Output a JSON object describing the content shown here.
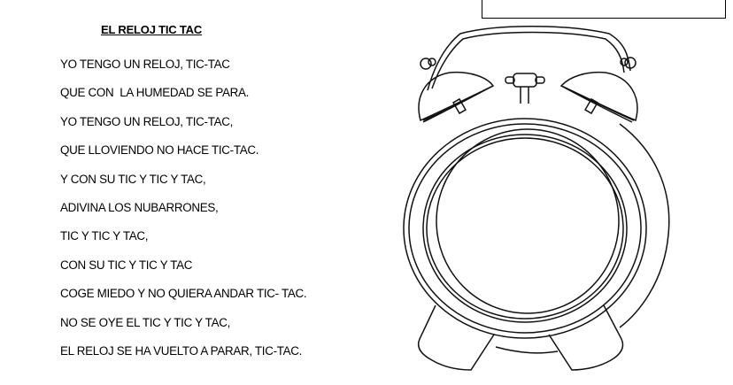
{
  "document": {
    "title": "EL RELOJ TIC TAC",
    "poem_lines": [
      "YO TENGO UN RELOJ, TIC-TAC",
      "QUE CON  LA HUMEDAD SE PARA.",
      "YO TENGO UN RELOJ, TIC-TAC,",
      "QUE LLOVIENDO NO HACE TIC-TAC.",
      "Y CON SU TIC Y TIC Y TAC,",
      "ADIVINA LOS NUBARRONES,",
      "TIC Y TIC Y TAC,",
      "CON SU TIC Y TIC Y TAC",
      "COGE MIEDO Y NO QUIERA ANDAR TIC- TAC.",
      "NO SE OYE EL TIC Y TIC Y TAC,",
      "EL RELOJ SE HA VUELTO A PARAR, TIC-TAC."
    ],
    "name_box": "",
    "illustration": "alarm-clock-coloring-outline"
  }
}
